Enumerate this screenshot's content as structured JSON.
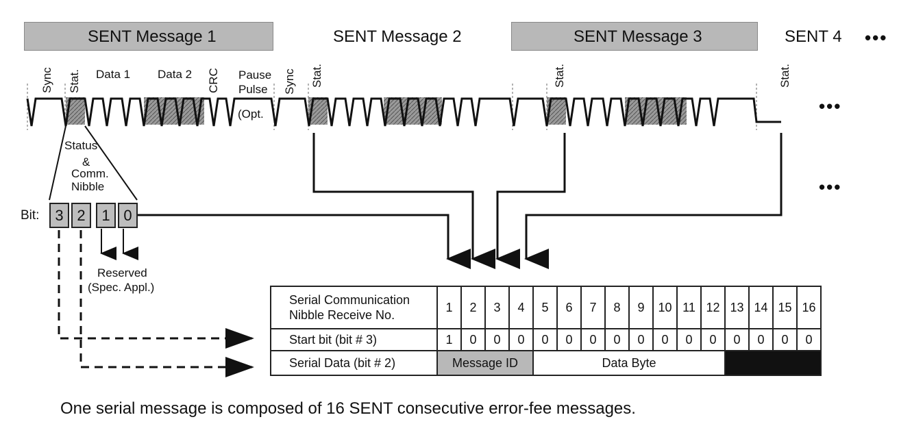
{
  "messages": {
    "m1": "SENT Message 1",
    "m2": "SENT Message 2",
    "m3": "SENT Message 3",
    "m4": "SENT 4",
    "ellipsis": "•••"
  },
  "pulse_labels": {
    "sync": "Sync",
    "stat": "Stat.",
    "data1": "Data 1",
    "data2": "Data 2",
    "crc": "CRC",
    "pause1": "Pause",
    "pause2": "Pulse",
    "opt": "(Opt.",
    "sync2": "Sync",
    "stat2": "Stat.",
    "stat3": "Stat.",
    "stat4": "Stat."
  },
  "status_callout": {
    "line1": "Status",
    "line2": "&",
    "line3": "Comm.",
    "line4": "Nibble"
  },
  "bits": {
    "label": "Bit:",
    "cells": [
      "3",
      "2",
      "1",
      "0"
    ]
  },
  "reserved": {
    "line1": "Reserved",
    "line2": "(Spec. Appl.)"
  },
  "table": {
    "row1_label_a": "Serial Communication",
    "row1_label_b": "Nibble Receive No.",
    "numbers": [
      "1",
      "2",
      "3",
      "4",
      "5",
      "6",
      "7",
      "8",
      "9",
      "10",
      "11",
      "12",
      "13",
      "14",
      "15",
      "16"
    ],
    "row2_label": "Start bit (bit # 3)",
    "start_bits": [
      "1",
      "0",
      "0",
      "0",
      "0",
      "0",
      "0",
      "0",
      "0",
      "0",
      "0",
      "0",
      "0",
      "0",
      "0",
      "0"
    ],
    "row3_label": "Serial Data (bit # 2)",
    "message_id": "Message ID",
    "data_byte": "Data Byte"
  },
  "caption": "One serial message is composed of 16 SENT consecutive error-fee messages.",
  "colors": {
    "shade": "#b8b8b8",
    "black": "#111111"
  }
}
